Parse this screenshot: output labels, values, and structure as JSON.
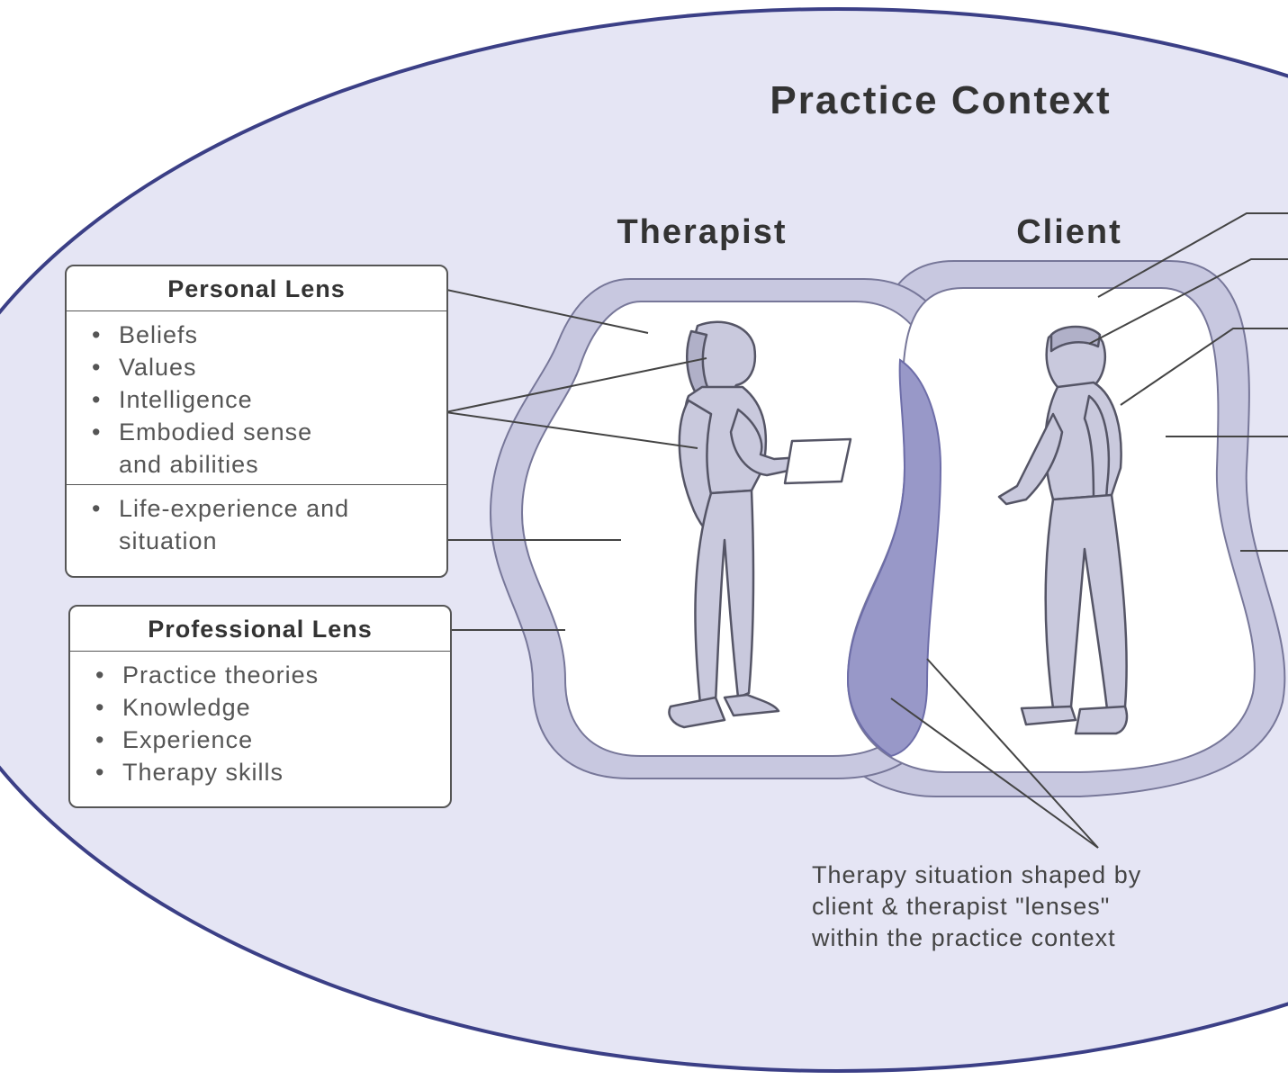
{
  "title": "Practice Context",
  "therapist_label": "Therapist",
  "client_label": "Client",
  "personal_lens": {
    "title": "Personal Lens",
    "items": [
      "Beliefs",
      "Values",
      "Intelligence",
      "Embodied sense and abilities"
    ],
    "extra_items": [
      "Life-experience and situation"
    ]
  },
  "professional_lens": {
    "title": "Professional Lens",
    "items": [
      "Practice theories",
      "Knowledge",
      "Experience",
      "Therapy skills"
    ]
  },
  "caption": [
    "Therapy situation shaped by",
    "client & therapist \"lenses\"",
    "within the practice context"
  ],
  "colors": {
    "context_fill": "#e5e5f4",
    "context_border": "#3b3f86",
    "lens_band": "#c8c8e0",
    "overlap": "#9898c8",
    "figure_fill": "#c9c9dd",
    "line": "#444444"
  }
}
